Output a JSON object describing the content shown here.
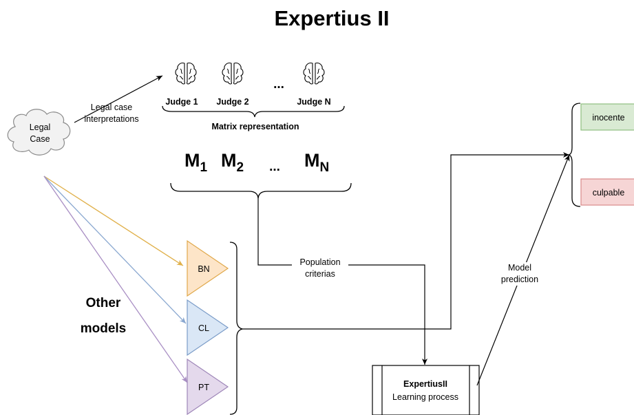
{
  "title": "Expertius II",
  "legal_case": {
    "line1": "Legal",
    "line2": "Case"
  },
  "interpretations_label": {
    "line1": "Legal case",
    "line2": "interpretations"
  },
  "judges": [
    {
      "label": "Judge 1",
      "icon": "brain-icon"
    },
    {
      "label": "Judge 2",
      "icon": "brain-icon"
    },
    {
      "label": "Judge N",
      "icon": "brain-icon"
    }
  ],
  "ellipsis": "...",
  "matrix_label": "Matrix representation",
  "matrices": [
    {
      "base": "M",
      "sub": "1"
    },
    {
      "base": "M",
      "sub": "2"
    },
    {
      "base": "M",
      "sub": "N"
    }
  ],
  "population_label": {
    "line1": "Population",
    "line2": "criterias"
  },
  "other_models_label": {
    "line1": "Other",
    "line2": "models"
  },
  "models": [
    {
      "label": "BN",
      "fill": "#fde5c8",
      "stroke": "#e0a84a",
      "arrow": "#e0b04a"
    },
    {
      "label": "CL",
      "fill": "#dae7f6",
      "stroke": "#7b9cc8",
      "arrow": "#8aa8d0"
    },
    {
      "label": "PT",
      "fill": "#e4d9ec",
      "stroke": "#9e86b8",
      "arrow": "#a98fc4"
    }
  ],
  "process": {
    "title": "ExpertiusII",
    "subtitle": "Learning process"
  },
  "prediction_label": {
    "line1": "Model",
    "line2": "prediction"
  },
  "outcomes": [
    {
      "label": "inocente",
      "fill": "#d9ead3",
      "stroke": "#8fbf80"
    },
    {
      "label": "culpable",
      "fill": "#f6d5d5",
      "stroke": "#d98a8a"
    }
  ]
}
